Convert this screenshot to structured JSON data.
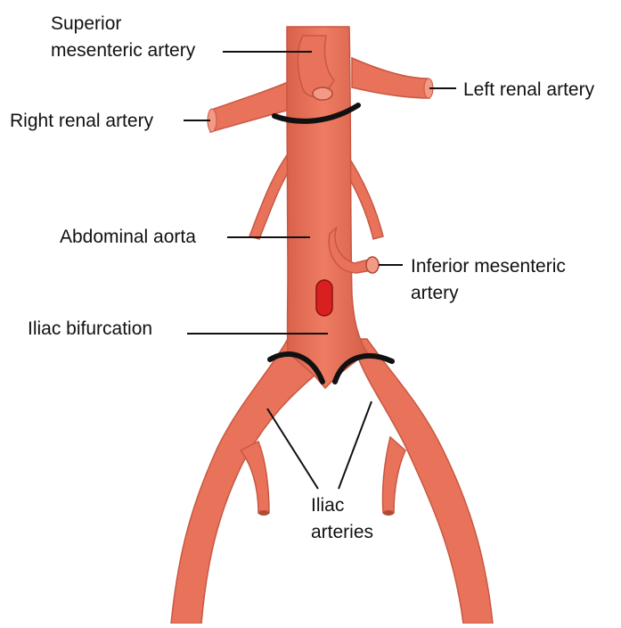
{
  "labels": {
    "superior_mesenteric": [
      "Superior",
      "mesenteric artery"
    ],
    "left_renal": "Left renal artery",
    "right_renal": "Right renal artery",
    "abdominal_aorta": "Abdominal aorta",
    "inferior_mesenteric": [
      "Inferior mesenteric",
      "artery"
    ],
    "iliac_bifurcation": "Iliac bifurcation",
    "iliac_arteries": [
      "Iliac",
      "arteries"
    ]
  },
  "colors": {
    "artery_fill": "#E8735A",
    "artery_edge": "#C95742",
    "artery_dark": "#B04A37",
    "highlight": "#F29A84",
    "marker_red": "#D92020",
    "ink": "#111111"
  }
}
